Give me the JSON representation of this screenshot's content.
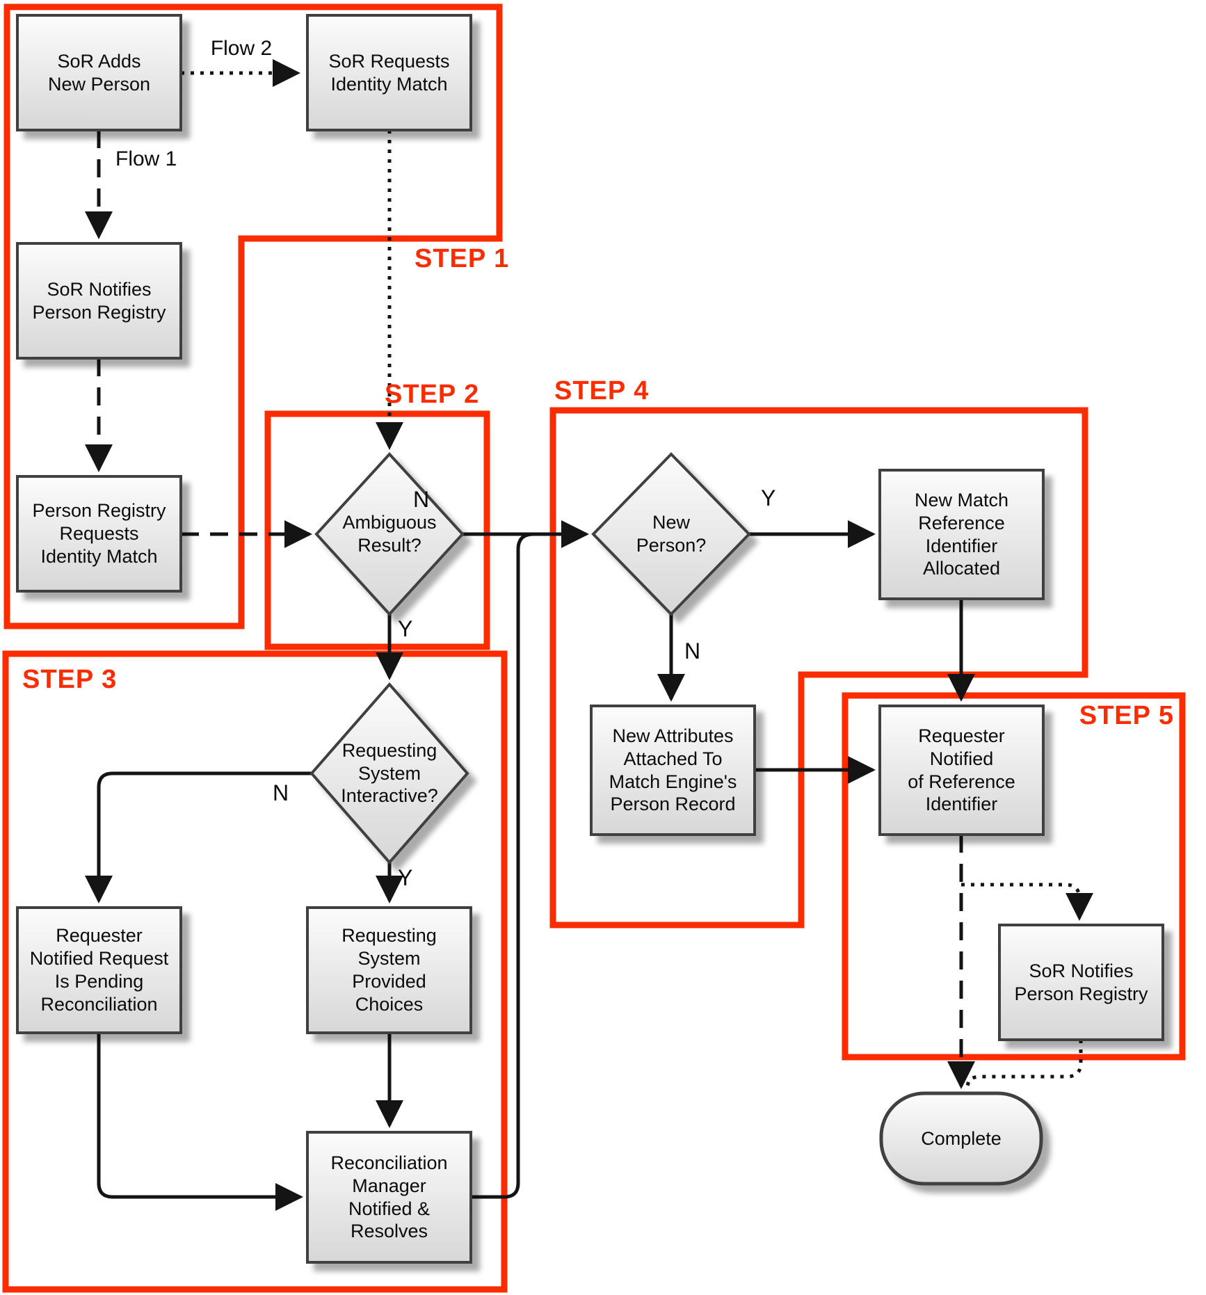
{
  "diagram": {
    "title_hint": "Identity match flow diagram",
    "steps": {
      "step1": "STEP 1",
      "step2": "STEP 2",
      "step3": "STEP 3",
      "step4": "STEP 4",
      "step5": "STEP 5"
    },
    "nodes": {
      "sor_adds": "SoR Adds\nNew Person",
      "sor_requests": "SoR Requests\nIdentity Match",
      "sor_notifies": "SoR Notifies\nPerson Registry",
      "pr_requests": "Person Registry\nRequests\nIdentity Match",
      "ambiguous": "Ambiguous\nResult?",
      "req_interactive": "Requesting\nSystem\nInteractive?",
      "req_pending": "Requester\nNotified Request\nIs Pending\nReconciliation",
      "req_choices": "Requesting\nSystem\nProvided\nChoices",
      "recon_mgr": "Reconciliation\nManager\nNotified &\nResolves",
      "new_person": "New\nPerson?",
      "new_match": "New Match\nReference\nIdentifier\nAllocated",
      "new_attrs": "New Attributes\nAttached To\nMatch Engine's\nPerson Record",
      "req_notified": "Requester\nNotified\nof Reference\nIdentifier",
      "sor_notifies2": "SoR Notifies\nPerson Registry",
      "complete": "Complete"
    },
    "edge_labels": {
      "flow1": "Flow 1",
      "flow2": "Flow 2",
      "ambiguous_n": "N",
      "ambiguous_y": "Y",
      "interactive_n": "N",
      "interactive_y": "Y",
      "new_person_y": "Y",
      "new_person_n": "N"
    },
    "colors": {
      "step_outline": "#fb2d00",
      "node_border": "#3f3f3f",
      "node_fill_top": "#fcfcfc",
      "node_fill_bottom": "#d7d7d7",
      "arrow": "#141414"
    }
  }
}
